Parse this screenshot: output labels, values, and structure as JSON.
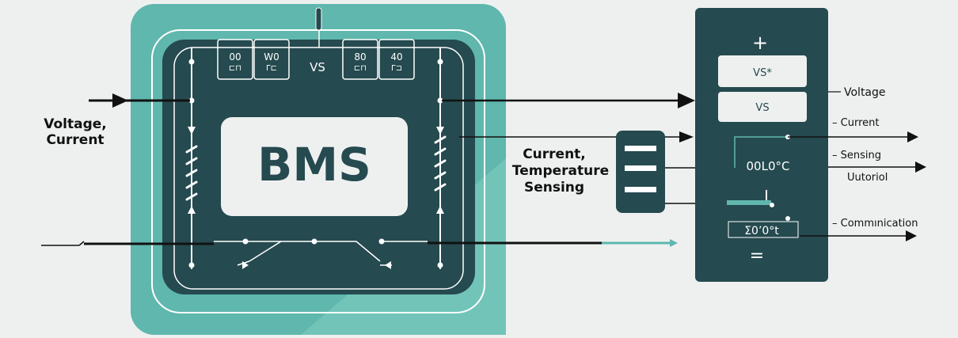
{
  "bms": {
    "label": "BMS",
    "cells": [
      "00",
      "W0",
      "80",
      "40"
    ],
    "cell_subs": [
      "⊏⊓",
      "Γ⊏",
      "⊏⊓",
      "Γ⊐"
    ],
    "center_label": "VS"
  },
  "left": {
    "label_line1": "Voltage,",
    "label_line2": "Current"
  },
  "middle": {
    "label_line1": "Current,",
    "label_line2": "Temperature",
    "label_line3": "Sensing"
  },
  "panel": {
    "plus": "+",
    "box1": "VS*",
    "box2": "VS",
    "reading1": "00L0°C",
    "reading2": "Σ0’0°t",
    "minus": "="
  },
  "right_labels": {
    "voltage": "Voltage",
    "current": "– Current",
    "sensing": "– Sensing",
    "utorial": "Uutoriol",
    "communication": "– Commınication"
  },
  "colors": {
    "dark": "#254a4f",
    "teal": "#5fb7ad",
    "teal_light": "#72c4b9",
    "line": "#111111",
    "bg": "#eef0f0"
  }
}
